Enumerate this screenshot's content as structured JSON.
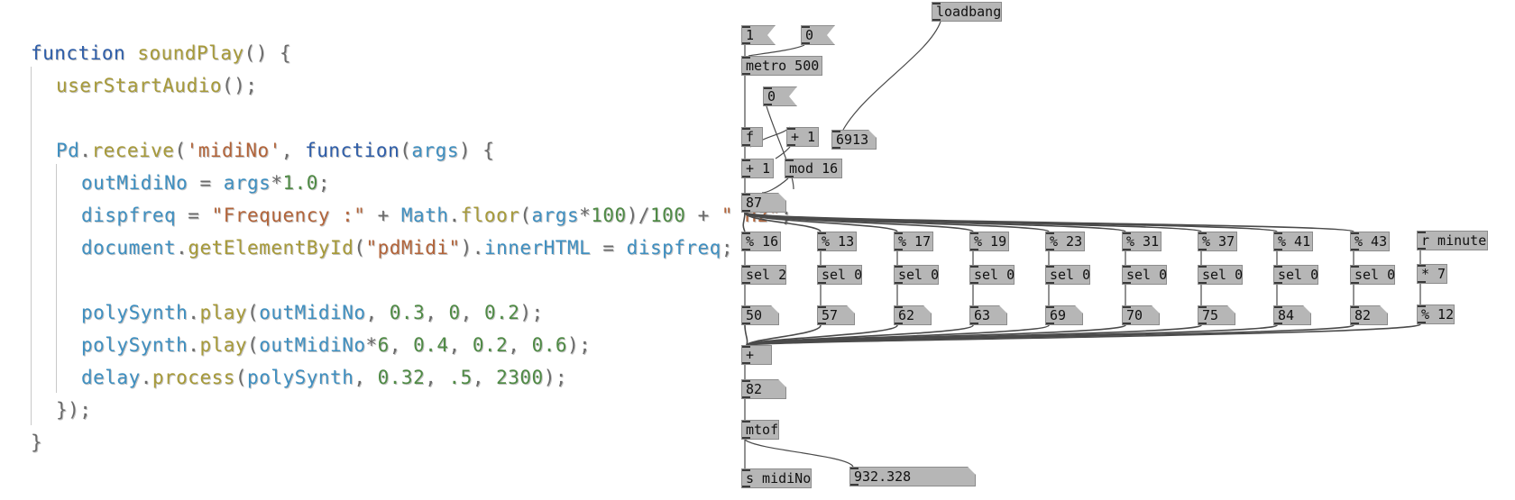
{
  "code": {
    "lines": [
      [
        [
          "function",
          "kw"
        ],
        [
          " ",
          "pl"
        ],
        [
          "soundPlay",
          "fn"
        ],
        [
          "() {",
          "pl"
        ]
      ],
      [
        [
          "userStartAudio",
          "fn"
        ],
        [
          "();",
          "pl"
        ]
      ],
      [],
      [
        [
          "Pd",
          "var"
        ],
        [
          ".",
          "pl"
        ],
        [
          "receive",
          "fn"
        ],
        [
          "(",
          "pl"
        ],
        [
          "'midiNo'",
          "str"
        ],
        [
          ", ",
          "pl"
        ],
        [
          "function",
          "kw"
        ],
        [
          "(",
          "pl"
        ],
        [
          "args",
          "var"
        ],
        [
          ") {",
          "pl"
        ]
      ],
      [
        [
          "outMidiNo",
          "var"
        ],
        [
          " = ",
          "pl"
        ],
        [
          "args",
          "var"
        ],
        [
          "*",
          "pl"
        ],
        [
          "1.0",
          "num"
        ],
        [
          ";",
          "pl"
        ]
      ],
      [
        [
          "dispfreq",
          "var"
        ],
        [
          " = ",
          "pl"
        ],
        [
          "\"Frequency :\"",
          "str"
        ],
        [
          " + ",
          "pl"
        ],
        [
          "Math",
          "var"
        ],
        [
          ".",
          "pl"
        ],
        [
          "floor",
          "fn"
        ],
        [
          "(",
          "pl"
        ],
        [
          "args",
          "var"
        ],
        [
          "*",
          "pl"
        ],
        [
          "100",
          "num"
        ],
        [
          ")/",
          "pl"
        ],
        [
          "100",
          "num"
        ],
        [
          " + ",
          "pl"
        ],
        [
          "\" Hz\"",
          "str"
        ],
        [
          ";",
          "pl"
        ]
      ],
      [
        [
          "document",
          "var"
        ],
        [
          ".",
          "pl"
        ],
        [
          "getElementById",
          "fn"
        ],
        [
          "(",
          "pl"
        ],
        [
          "\"pdMidi\"",
          "str"
        ],
        [
          ").",
          "pl"
        ],
        [
          "innerHTML",
          "var"
        ],
        [
          " = ",
          "pl"
        ],
        [
          "dispfreq",
          "var"
        ],
        [
          ";",
          "pl"
        ]
      ],
      [],
      [
        [
          "polySynth",
          "var"
        ],
        [
          ".",
          "pl"
        ],
        [
          "play",
          "fn"
        ],
        [
          "(",
          "pl"
        ],
        [
          "outMidiNo",
          "var"
        ],
        [
          ", ",
          "pl"
        ],
        [
          "0.3",
          "num"
        ],
        [
          ", ",
          "pl"
        ],
        [
          "0",
          "num"
        ],
        [
          ", ",
          "pl"
        ],
        [
          "0.2",
          "num"
        ],
        [
          ");",
          "pl"
        ]
      ],
      [
        [
          "polySynth",
          "var"
        ],
        [
          ".",
          "pl"
        ],
        [
          "play",
          "fn"
        ],
        [
          "(",
          "pl"
        ],
        [
          "outMidiNo",
          "var"
        ],
        [
          "*",
          "pl"
        ],
        [
          "6",
          "num"
        ],
        [
          ", ",
          "pl"
        ],
        [
          "0.4",
          "num"
        ],
        [
          ", ",
          "pl"
        ],
        [
          "0.2",
          "num"
        ],
        [
          ", ",
          "pl"
        ],
        [
          "0.6",
          "num"
        ],
        [
          ");",
          "pl"
        ]
      ],
      [
        [
          "delay",
          "var"
        ],
        [
          ".",
          "pl"
        ],
        [
          "process",
          "fn"
        ],
        [
          "(",
          "pl"
        ],
        [
          "polySynth",
          "var"
        ],
        [
          ", ",
          "pl"
        ],
        [
          "0.32",
          "num"
        ],
        [
          ", ",
          "pl"
        ],
        [
          ".5",
          "num"
        ],
        [
          ", ",
          "pl"
        ],
        [
          "2300",
          "num"
        ],
        [
          ");",
          "pl"
        ]
      ],
      [
        [
          "});",
          "pl"
        ]
      ],
      [
        [
          "}",
          "pl"
        ]
      ]
    ],
    "indent": [
      0,
      1,
      0,
      1,
      2,
      2,
      2,
      0,
      2,
      2,
      2,
      1,
      0
    ]
  },
  "patch": {
    "loadbang": "loadbang",
    "msg_1": "1",
    "msg_0": "0",
    "metro": "metro 500",
    "msg_reset": "0",
    "f": "f",
    "plus1_a": "+ 1",
    "count_atom": "6913",
    "plus1_b": "+ 1",
    "mod16": "mod 16",
    "idx_atom": "87",
    "mods": [
      "% 16",
      "% 13",
      "% 17",
      "% 19",
      "% 23",
      "% 31",
      "% 37",
      "% 41",
      "% 43"
    ],
    "sels": [
      "sel 2",
      "sel 0",
      "sel 0",
      "sel 0",
      "sel 0",
      "sel 0",
      "sel 0",
      "sel 0",
      "sel 0"
    ],
    "notes": [
      "50",
      "57",
      "62",
      "63",
      "69",
      "70",
      "75",
      "84",
      "82"
    ],
    "r_minute": "r minute",
    "times7": "* 7",
    "mod12": "% 12",
    "plus": "+",
    "sum_atom": "82",
    "mtof": "mtof",
    "send": "s midiNo",
    "freq_atom": "932.328"
  }
}
